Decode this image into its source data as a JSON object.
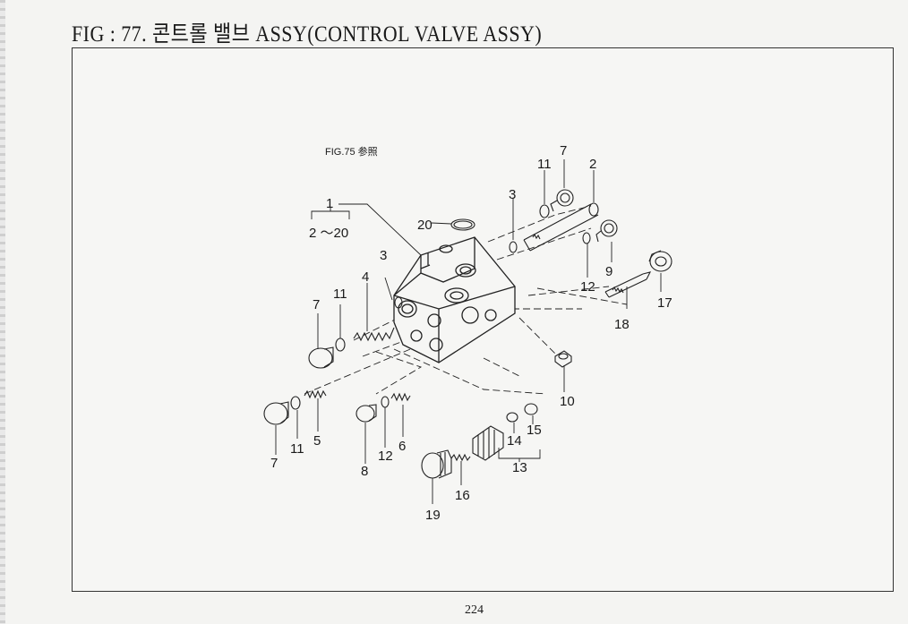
{
  "header": {
    "title": "FIG : 77. 콘트롤 밸브 ASSY(CONTROL VALVE ASSY)"
  },
  "diagram": {
    "reference_note": "FIG.75 参照",
    "assembly_range": "2 ～20",
    "part_labels": {
      "p1": "1",
      "p2": "2",
      "p3a": "3",
      "p3b": "3",
      "p4": "4",
      "p5": "5",
      "p6": "6",
      "p7a": "7",
      "p7b": "7",
      "p7c": "7",
      "p8": "8",
      "p9": "9",
      "p10": "10",
      "p11a": "11",
      "p11b": "11",
      "p11c": "11",
      "p12a": "12",
      "p12b": "12",
      "p13": "13",
      "p14": "14",
      "p15": "15",
      "p16": "16",
      "p17": "17",
      "p18": "18",
      "p19": "19",
      "p20": "20"
    }
  },
  "footer": {
    "page_number": "224"
  }
}
